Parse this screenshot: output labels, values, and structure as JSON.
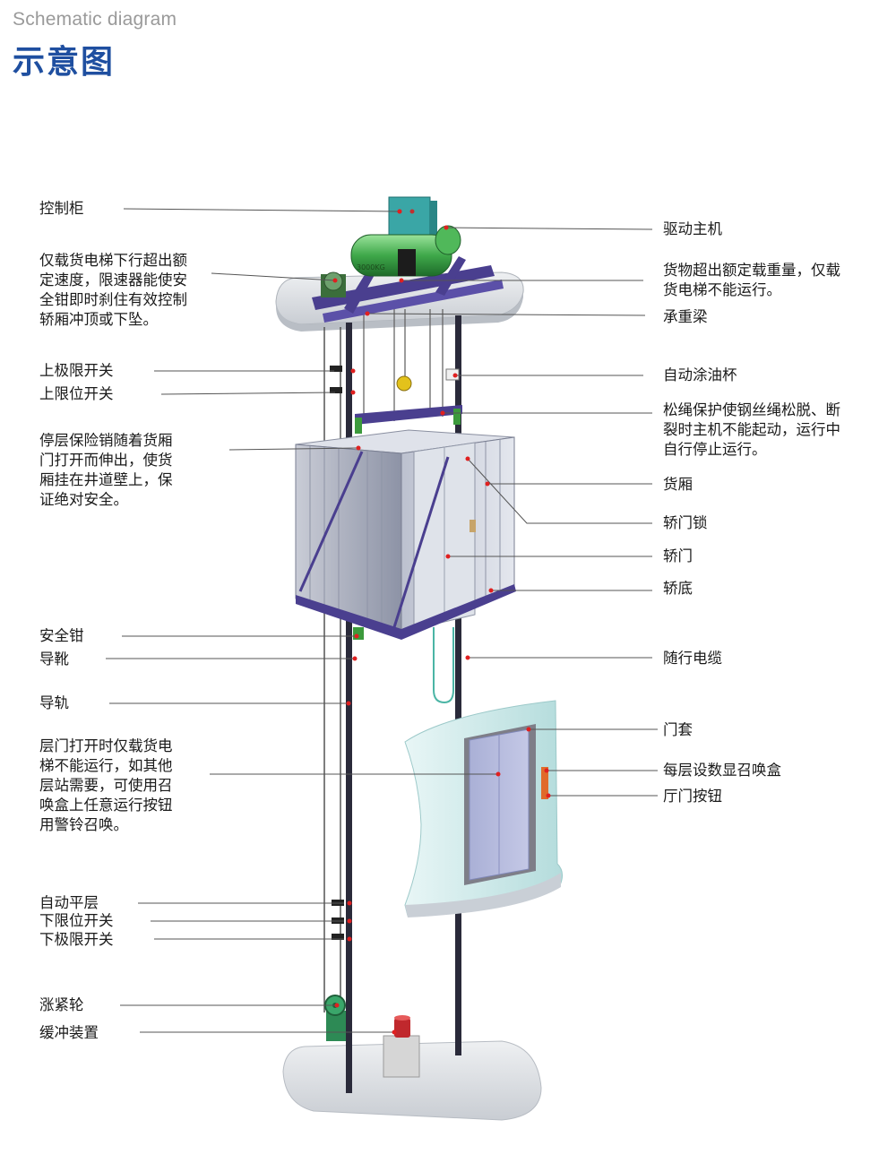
{
  "header": {
    "title_en": "Schematic diagram",
    "title_cn": "示意图"
  },
  "colors": {
    "title": "#1f4fa0",
    "frame": "#4a3f8f",
    "rail": "#2a2a3a",
    "motor": "#3fa84a",
    "cabinet": "#3aa6a6",
    "car_panel": "#a9adbb",
    "platform": "#d9dde2",
    "landing_wall": "#bfe3e3",
    "buffer": "#c0282d",
    "marker": "#e02020"
  },
  "diagram": {
    "motor_plate_text": "3000KG",
    "labels_left": [
      {
        "id": "control-cabinet",
        "text": "控制柜"
      },
      {
        "id": "overspeed-governor",
        "text": "仅载货电梯下行超出额\n定速度，限速器能使安\n全钳即时刹住有效控制\n轿厢冲顶或下坠。"
      },
      {
        "id": "upper-final-limit",
        "text": "上极限开关"
      },
      {
        "id": "upper-limit",
        "text": "上限位开关"
      },
      {
        "id": "parking-pin",
        "text": "停层保险销随着货厢\n门打开而伸出，使货\n厢挂在井道壁上，保\n证绝对安全。"
      },
      {
        "id": "safety-gear",
        "text": "安全钳"
      },
      {
        "id": "guide-shoe",
        "text": "导靴"
      },
      {
        "id": "guide-rail",
        "text": "导轨"
      },
      {
        "id": "landing-door-note",
        "text": "层门打开时仅载货电\n梯不能运行，如其他\n层站需要，可使用召\n唤盒上任意运行按钮\n用警铃召唤。"
      },
      {
        "id": "auto-leveling",
        "text": "自动平层"
      },
      {
        "id": "lower-limit",
        "text": "下限位开关"
      },
      {
        "id": "lower-final-limit",
        "text": "下极限开关"
      },
      {
        "id": "tension-pulley",
        "text": "涨紧轮"
      },
      {
        "id": "buffer",
        "text": "缓冲装置"
      }
    ],
    "labels_right": [
      {
        "id": "traction-machine",
        "text": "驱动主机"
      },
      {
        "id": "overload",
        "text": "货物超出额定载重量，仅载\n货电梯不能运行。"
      },
      {
        "id": "bearing-beam",
        "text": "承重梁"
      },
      {
        "id": "oil-cup",
        "text": "自动涂油杯"
      },
      {
        "id": "slack-rope",
        "text": "松绳保护使钢丝绳松脱、断\n裂时主机不能起动，运行中\n自行停止运行。"
      },
      {
        "id": "car",
        "text": "货厢"
      },
      {
        "id": "car-door-lock",
        "text": "轿门锁"
      },
      {
        "id": "car-door",
        "text": "轿门"
      },
      {
        "id": "car-floor",
        "text": "轿底"
      },
      {
        "id": "traveling-cable",
        "text": "随行电缆"
      },
      {
        "id": "door-frame",
        "text": "门套"
      },
      {
        "id": "call-box",
        "text": "每层设数显召唤盒"
      },
      {
        "id": "hall-button",
        "text": "厅门按钮"
      }
    ]
  }
}
